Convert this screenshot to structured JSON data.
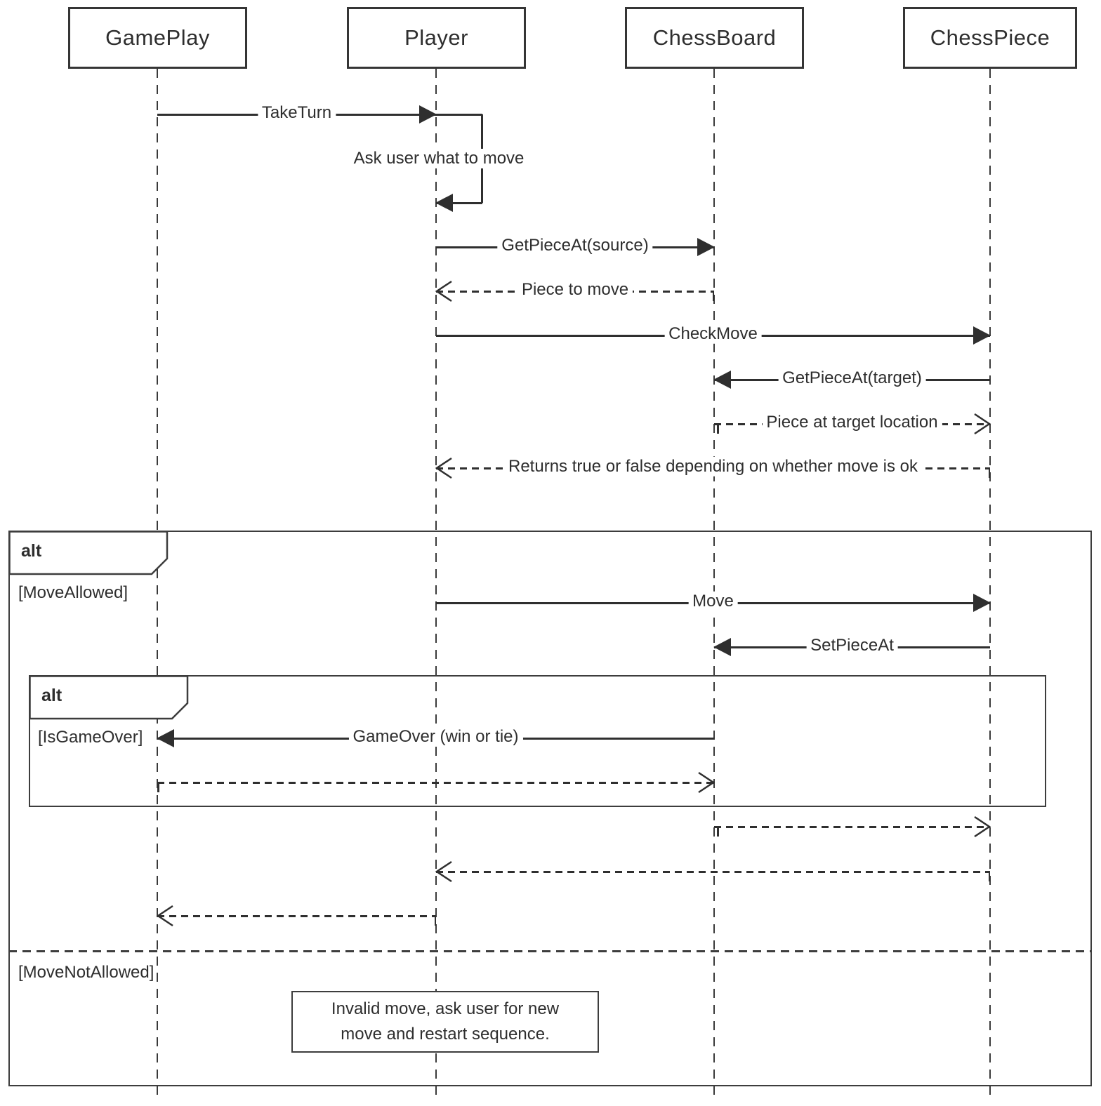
{
  "diagram": {
    "type": "uml-sequence-diagram",
    "colors": {
      "line": "#2f2f2f",
      "background": "#ffffff"
    },
    "actors": [
      {
        "id": "gameplay",
        "label": "GamePlay"
      },
      {
        "id": "player",
        "label": "Player"
      },
      {
        "id": "chessboard",
        "label": "ChessBoard"
      },
      {
        "id": "chesspiece",
        "label": "ChessPiece"
      }
    ],
    "messages": [
      {
        "from": "GamePlay",
        "to": "Player",
        "style": "solid",
        "label": "TakeTurn"
      },
      {
        "from": "Player",
        "to": "Player",
        "style": "self",
        "label": "Ask user what to move"
      },
      {
        "from": "Player",
        "to": "ChessBoard",
        "style": "solid",
        "label": "GetPieceAt(source)"
      },
      {
        "from": "ChessBoard",
        "to": "Player",
        "style": "dashed-return",
        "label": "Piece to move"
      },
      {
        "from": "Player",
        "to": "ChessPiece",
        "style": "solid",
        "label": "CheckMove"
      },
      {
        "from": "ChessPiece",
        "to": "ChessBoard",
        "style": "solid",
        "label": "GetPieceAt(target)"
      },
      {
        "from": "ChessBoard",
        "to": "ChessPiece",
        "style": "dashed-return",
        "label": "Piece at target location"
      },
      {
        "from": "ChessPiece",
        "to": "Player",
        "style": "dashed-return",
        "label": "Returns true or false depending on whether move is ok"
      },
      {
        "from": "Player",
        "to": "ChessPiece",
        "style": "solid",
        "label": "Move"
      },
      {
        "from": "ChessPiece",
        "to": "ChessBoard",
        "style": "solid",
        "label": "SetPieceAt"
      },
      {
        "from": "ChessBoard",
        "to": "GamePlay",
        "style": "solid",
        "label": "GameOver (win or tie)"
      },
      {
        "from": "GamePlay",
        "to": "ChessBoard",
        "style": "dashed-return",
        "label": ""
      },
      {
        "from": "ChessBoard",
        "to": "ChessPiece",
        "style": "dashed-return",
        "label": ""
      },
      {
        "from": "ChessPiece",
        "to": "Player",
        "style": "dashed-return",
        "label": ""
      },
      {
        "from": "Player",
        "to": "GamePlay",
        "style": "dashed-return",
        "label": ""
      }
    ],
    "fragments": {
      "outer": {
        "operator": "alt",
        "guard_allowed": "[MoveAllowed]",
        "guard_not_allowed": "[MoveNotAllowed]"
      },
      "inner": {
        "operator": "alt",
        "guard_game_over": "[IsGameOver]"
      }
    },
    "note": {
      "lines": [
        "Invalid move, ask user for new",
        "move and restart sequence."
      ]
    }
  }
}
